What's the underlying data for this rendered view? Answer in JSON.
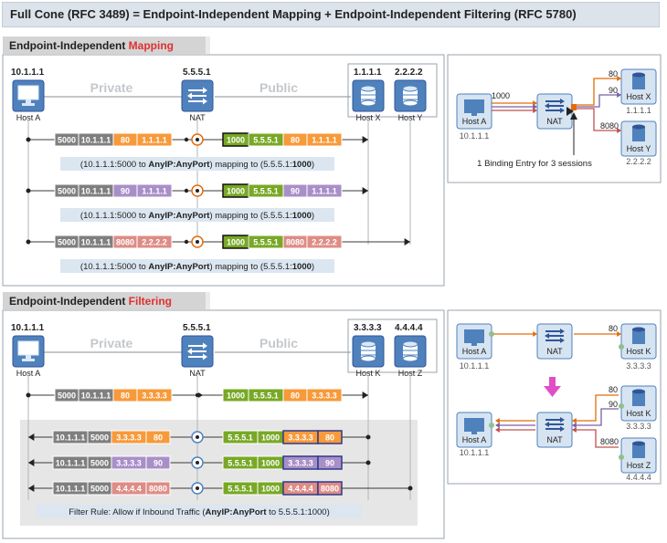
{
  "title": "Full Cone (RFC 3489) = Endpoint-Independent Mapping + Endpoint-Independent Filtering (RFC 5780)",
  "colors": {
    "orange": "#f79a3a",
    "purple": "#a98fc8",
    "salmon": "#de8c86",
    "green": "#78a826",
    "grey": "#7f7f7f",
    "accent_red": "#e03030",
    "note_bg": "#dce6f0",
    "region_bg": "#e6e6e6"
  },
  "icons": {
    "host": "computer-icon",
    "nat": "nat-arrows-icon",
    "server": "database-icon"
  },
  "mapping": {
    "heading_prefix": "Endpoint-Independent ",
    "heading_highlight": "Mapping",
    "labels": {
      "private": "Private",
      "public": "Public"
    },
    "hosts": {
      "host_a": {
        "ip": "10.1.1.1",
        "name": "Host A"
      },
      "nat": {
        "ip": "5.5.5.1",
        "name": "NAT"
      },
      "host_x": {
        "ip": "1.1.1.1",
        "name": "Host X"
      },
      "host_y": {
        "ip": "2.2.2.2",
        "name": "Host Y"
      }
    },
    "flows": [
      {
        "src_port": "5000",
        "src_ip": "10.1.1.1",
        "dst_port": "80",
        "dst_ip": "1.1.1.1",
        "nat_port": "1000",
        "nat_ip": "5.5.5.1",
        "out_port": "80",
        "out_ip": "1.1.1.1",
        "color": "orange",
        "note": {
          "a": "(10.1.1.1:5000 to ",
          "b": "AnyIP:AnyPort",
          "c": ") mapping to (5.5.5.1:",
          "d": "1000",
          "e": ")"
        }
      },
      {
        "src_port": "5000",
        "src_ip": "10.1.1.1",
        "dst_port": "90",
        "dst_ip": "1.1.1.1",
        "nat_port": "1000",
        "nat_ip": "5.5.5.1",
        "out_port": "90",
        "out_ip": "1.1.1.1",
        "color": "purple",
        "note": {
          "a": "(10.1.1.1:5000 to ",
          "b": "AnyIP:AnyPort",
          "c": ") mapping to (5.5.5.1:",
          "d": "1000",
          "e": ")"
        }
      },
      {
        "src_port": "5000",
        "src_ip": "10.1.1.1",
        "dst_port": "8080",
        "dst_ip": "2.2.2.2",
        "nat_port": "1000",
        "nat_ip": "5.5.5.1",
        "out_port": "8080",
        "out_ip": "2.2.2.2",
        "color": "salmon",
        "note": {
          "a": "(10.1.1.1:5000 to ",
          "b": "AnyIP:AnyPort",
          "c": ") mapping to (5.5.5.1:",
          "d": "1000",
          "e": ")"
        }
      }
    ],
    "side": {
      "host_a": {
        "name": "Host A",
        "ip": "10.1.1.1"
      },
      "nat": "NAT",
      "nat_port": "1000",
      "host_x": {
        "name": "Host X",
        "ip": "1.1.1.1"
      },
      "host_y": {
        "name": "Host Y",
        "ip": "2.2.2.2"
      },
      "ports": [
        "80",
        "90",
        "8080"
      ],
      "caption": "1 Binding Entry for 3 sessions"
    }
  },
  "filtering": {
    "heading_prefix": "Endpoint-Independent ",
    "heading_highlight": "Filtering",
    "labels": {
      "private": "Private",
      "public": "Public"
    },
    "hosts": {
      "host_a": {
        "ip": "10.1.1.1",
        "name": "Host A"
      },
      "nat": {
        "ip": "5.5.5.1",
        "name": "NAT"
      },
      "host_k": {
        "ip": "3.3.3.3",
        "name": "Host K"
      },
      "host_z": {
        "ip": "4.4.4.4",
        "name": "Host Z"
      }
    },
    "outbound": {
      "src_port": "5000",
      "src_ip": "10.1.1.1",
      "dst_port": "80",
      "dst_ip": "3.3.3.3",
      "nat_port": "1000",
      "nat_ip": "5.5.5.1",
      "out_port": "80",
      "out_ip": "3.3.3.3"
    },
    "inbound": [
      {
        "from_ip": "3.3.3.3",
        "from_port": "80",
        "color": "orange"
      },
      {
        "from_ip": "3.3.3.3",
        "from_port": "90",
        "color": "purple"
      },
      {
        "from_ip": "4.4.4.4",
        "from_port": "8080",
        "color": "salmon"
      }
    ],
    "inbound_dst": {
      "ip": "10.1.1.1",
      "port": "5000",
      "nat_ip": "5.5.5.1",
      "nat_port": "1000"
    },
    "rule": {
      "a": "Filter Rule: Allow if Inbound Traffic (",
      "b": "AnyIP:AnyPort",
      "c": " to 5.5.5.1:1000)"
    },
    "side": {
      "host_a": {
        "name": "Host A",
        "ip": "10.1.1.1"
      },
      "nat": "NAT",
      "host_k": {
        "name": "Host K",
        "ip": "3.3.3.3"
      },
      "host_z": {
        "name": "Host Z",
        "ip": "4.4.4.4"
      },
      "ports_top": [
        "80"
      ],
      "ports_bottom": [
        "80",
        "90",
        "8080"
      ]
    }
  }
}
